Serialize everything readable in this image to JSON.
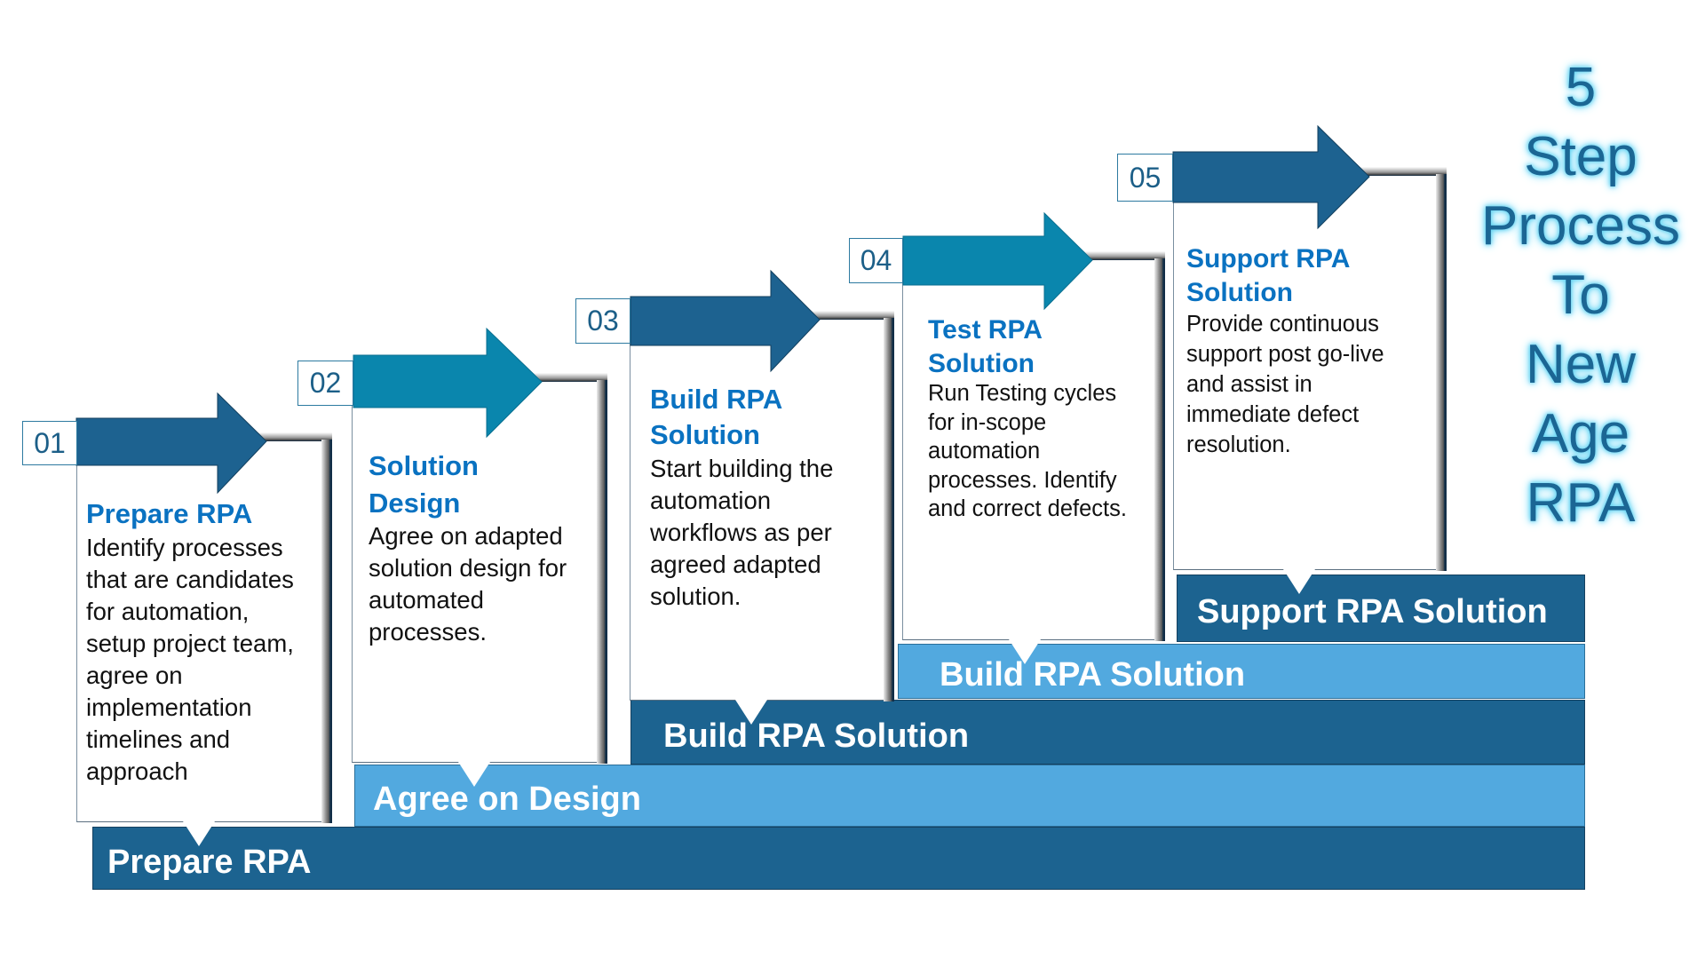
{
  "title_lines": [
    "5",
    "Step",
    "Process",
    "To",
    "New",
    "Age",
    "RPA"
  ],
  "steps": [
    {
      "number": "01",
      "title_lines": [
        "Prepare RPA"
      ],
      "body_lines": [
        "Identify processes",
        "that are candidates",
        "for automation,",
        "setup project team,",
        "agree on",
        "implementation",
        "timelines and",
        "approach"
      ],
      "arrow_color": "#1d6290",
      "band_label": "Prepare RPA",
      "band_color": "#1c6390"
    },
    {
      "number": "02",
      "title_lines": [
        "Solution",
        "Design"
      ],
      "body_lines": [
        "Agree on adapted",
        "solution design for",
        "automated",
        "processes."
      ],
      "arrow_color": "#0a86ad",
      "band_label": "Agree on Design",
      "band_color": "#52a9df"
    },
    {
      "number": "03",
      "title_lines": [
        "Build RPA",
        "Solution"
      ],
      "body_lines": [
        "Start building the",
        "automation",
        "workflows as per",
        "agreed adapted",
        "solution."
      ],
      "arrow_color": "#1d6290",
      "band_label": "Build RPA Solution",
      "band_color": "#1c6390"
    },
    {
      "number": "04",
      "title_lines": [
        "Test RPA",
        "Solution"
      ],
      "body_lines": [
        "Run Testing cycles",
        "for in-scope",
        "automation",
        "processes. Identify",
        "and correct defects."
      ],
      "arrow_color": "#0a86ad",
      "band_label": "Build RPA Solution",
      "band_color": "#52a9df"
    },
    {
      "number": "05",
      "title_lines": [
        "Support RPA",
        "Solution"
      ],
      "body_lines": [
        "Provide continuous",
        "support post go-live",
        "and assist in",
        "immediate defect",
        "resolution."
      ],
      "arrow_color": "#1d6290",
      "band_label": "Support RPA Solution",
      "band_color": "#1c6390"
    }
  ],
  "colors": {
    "title_text": "#1b6694",
    "title_glow": "#5fd2f2",
    "card_title": "#0a72c1",
    "number_text": "#1c5f88"
  }
}
